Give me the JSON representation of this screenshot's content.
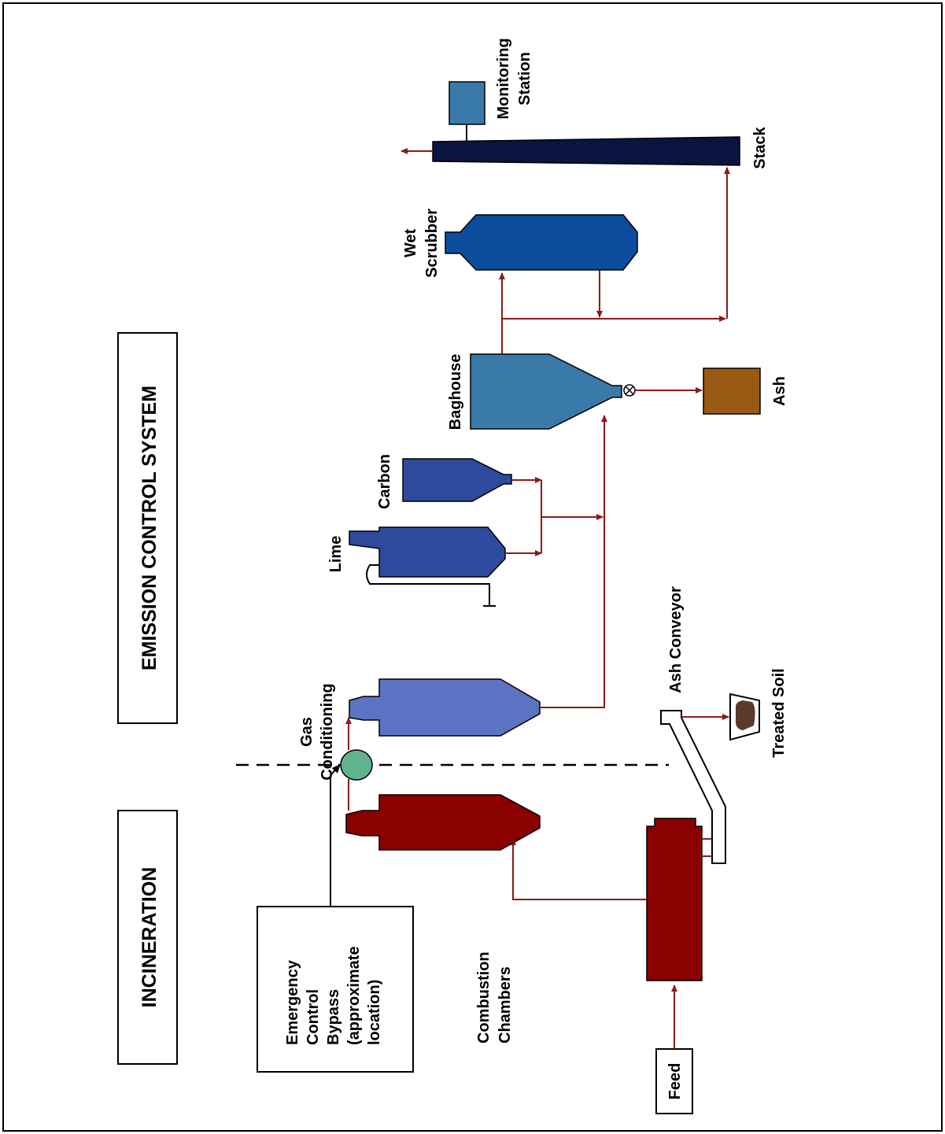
{
  "sections": {
    "incineration": "INCINERATION",
    "emission_control": "EMISSION CONTROL SYSTEM"
  },
  "labels": {
    "emergency_bypass": [
      "Emergency",
      "Control",
      "Bypass",
      "(approximate",
      "location)"
    ],
    "combustion_chambers": [
      "Combustion",
      "Chambers"
    ],
    "feed": "Feed",
    "gas_conditioning": [
      "Gas",
      "Conditioning"
    ],
    "lime": "Lime",
    "carbon": "Carbon",
    "baghouse": "Baghouse",
    "wet_scrubber": [
      "Wet",
      "Scrubber"
    ],
    "monitoring_station": [
      "Monitoring",
      "Station"
    ],
    "stack": "Stack",
    "ash": "Ash",
    "ash_conveyor": "Ash Conveyor",
    "treated_soil": "Treated Soil"
  },
  "colors": {
    "flow_line": "#8b1a1a",
    "combustion": "#8b0000",
    "gas_conditioning": "#5b73c2",
    "lime_carbon": "#2e4a9c",
    "baghouse": "#3a7aaa",
    "wet_scrubber": "#0b4c9c",
    "stack": "#0a1440",
    "monitoring": "#3a7aaa",
    "ash_bin": "#9a5a14",
    "bypass_valve": "#5fb38f",
    "treated_soil": "#5a3a28"
  }
}
